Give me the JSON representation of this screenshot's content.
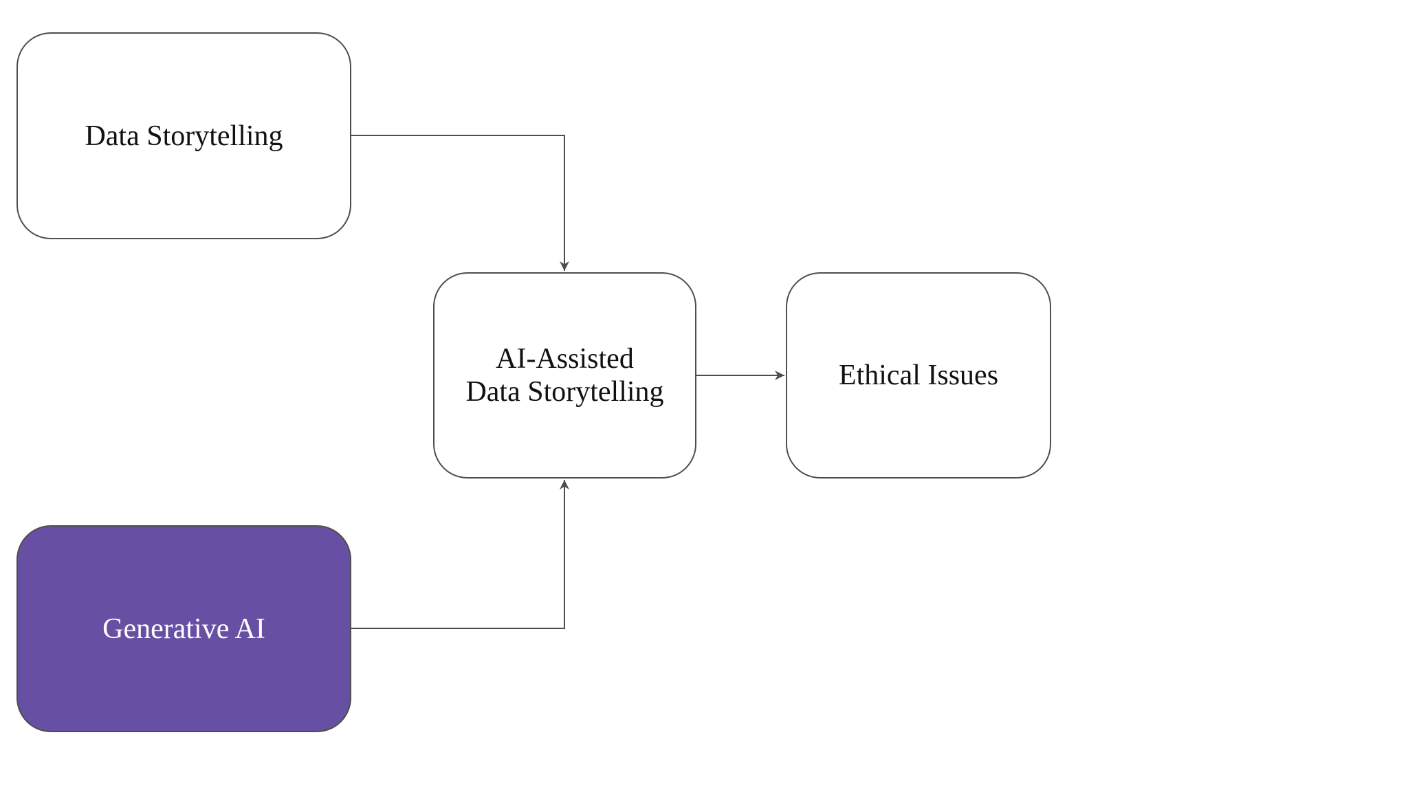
{
  "diagram": {
    "type": "flowchart",
    "colors": {
      "border": "#4d4d4d",
      "edge": "#4d4d4d",
      "node_fill": "#ffffff",
      "highlight_fill": "#6750a4",
      "highlight_text": "#ffffff",
      "text": "#111111"
    },
    "nodes": [
      {
        "id": "data-storytelling",
        "label": "Data Storytelling"
      },
      {
        "id": "ai-assisted",
        "label": "AI-Assisted\nData Storytelling"
      },
      {
        "id": "ethical-issues",
        "label": "Ethical Issues"
      },
      {
        "id": "generative-ai",
        "label": "Generative AI",
        "highlighted": true
      }
    ],
    "edges": [
      {
        "from": "data-storytelling",
        "to": "ai-assisted"
      },
      {
        "from": "generative-ai",
        "to": "ai-assisted"
      },
      {
        "from": "ai-assisted",
        "to": "ethical-issues"
      }
    ]
  }
}
